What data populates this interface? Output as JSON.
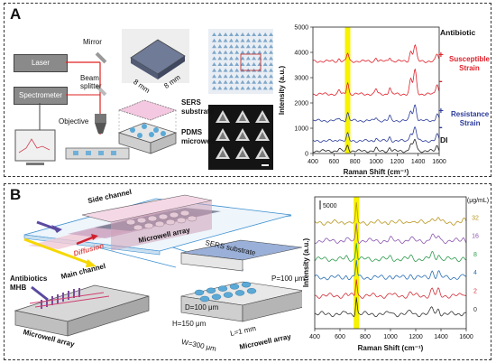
{
  "panel_a": {
    "label": "A",
    "setup": {
      "laser": "Laser",
      "spectrometer": "Spectrometer",
      "mirror": "Mirror",
      "beam_splitter": "Beam\nsplitter",
      "objective": "Objective",
      "sers_substrate": "SERS\nsubstrate",
      "pdms_microwell": "PDMS\nmicrowell",
      "dim1": "8 mm",
      "dim2": "8 mm"
    },
    "spectrum": {
      "ylabel": "Intensity (a.u.)",
      "xlabel": "Raman Shift (cm⁻¹)",
      "header": "Antibiotic",
      "susceptible": "Susceptible\nStrain",
      "resistance": "Resistance\nStrain",
      "di": "DI",
      "plus": "+",
      "minus": "-",
      "colors": {
        "susceptible": "#e0202a",
        "resistance": "#2a3a9a",
        "di": "#222222",
        "highlight": "#f6f200"
      }
    }
  },
  "panel_b": {
    "label": "B",
    "device": {
      "side_channel": "Side channel",
      "microwell_array_top": "Microwell array",
      "diffusion": "Diffusion",
      "antibiotics": "Antibiotics",
      "mhb": "MHB",
      "main_channel": "Main channel",
      "microwell_array_bottom": "Microwell array",
      "sers_substrate": "SERS substrate",
      "d": "D=100 μm",
      "p": "P=100 μm",
      "h": "H=150 μm",
      "l": "L=1 mm",
      "w": "W=300 μm",
      "microwell_array_right": "Microwell array"
    },
    "spectrum": {
      "ylabel": "Intensity (a.u.)",
      "xlabel": "Raman Shift (cm⁻¹)",
      "scale": "5000",
      "unit": "(μg/mL)"
    }
  },
  "chart_data": [
    {
      "type": "line",
      "xlabel": "Raman Shift (cm⁻¹)",
      "ylabel": "Intensity (a.u.)",
      "xlim": [
        400,
        1600
      ],
      "ylim": [
        0,
        5000
      ],
      "x_ticks": [
        "400",
        "600",
        "800",
        "1000",
        "1200",
        "1400",
        "1600"
      ],
      "y_ticks": [
        "0",
        "1000",
        "2000",
        "3000",
        "4000",
        "5000"
      ],
      "highlight_x": 730,
      "peaks": [
        730,
        1330,
        1370,
        1580
      ],
      "series": [
        {
          "name": "+",
          "group": "Susceptible Strain",
          "color": "#e0202a",
          "baseline": 3650,
          "peak": 4350
        },
        {
          "name": "-",
          "group": "Susceptible Strain",
          "color": "#e0202a",
          "baseline": 2350,
          "peak": 3400
        },
        {
          "name": "+",
          "group": "Resistance Strain",
          "color": "#2a3a9a",
          "baseline": 1300,
          "peak": 2000
        },
        {
          "name": "-",
          "group": "Resistance Strain",
          "color": "#2a3a9a",
          "baseline": 500,
          "peak": 1100
        },
        {
          "name": "DI",
          "color": "#222222",
          "baseline": 100,
          "peak": 600
        }
      ]
    },
    {
      "type": "line",
      "xlabel": "Raman Shift (cm⁻¹)",
      "ylabel": "Intensity (a.u.)",
      "xlim": [
        400,
        1600
      ],
      "x_ticks": [
        "400",
        "600",
        "800",
        "1000",
        "1200",
        "1400",
        "1600"
      ],
      "scale_bar": "5000",
      "legend_title": "(μg/mL)",
      "highlight_x": 730,
      "series": [
        {
          "name": "32",
          "color": "#b8961e",
          "offset": 6
        },
        {
          "name": "16",
          "color": "#8a55b0",
          "offset": 5
        },
        {
          "name": "8",
          "color": "#2e9a4e",
          "offset": 4
        },
        {
          "name": "4",
          "color": "#2a6fb5",
          "offset": 3
        },
        {
          "name": "2",
          "color": "#d0303a",
          "offset": 2
        },
        {
          "name": "0",
          "color": "#333333",
          "offset": 1
        }
      ]
    }
  ]
}
